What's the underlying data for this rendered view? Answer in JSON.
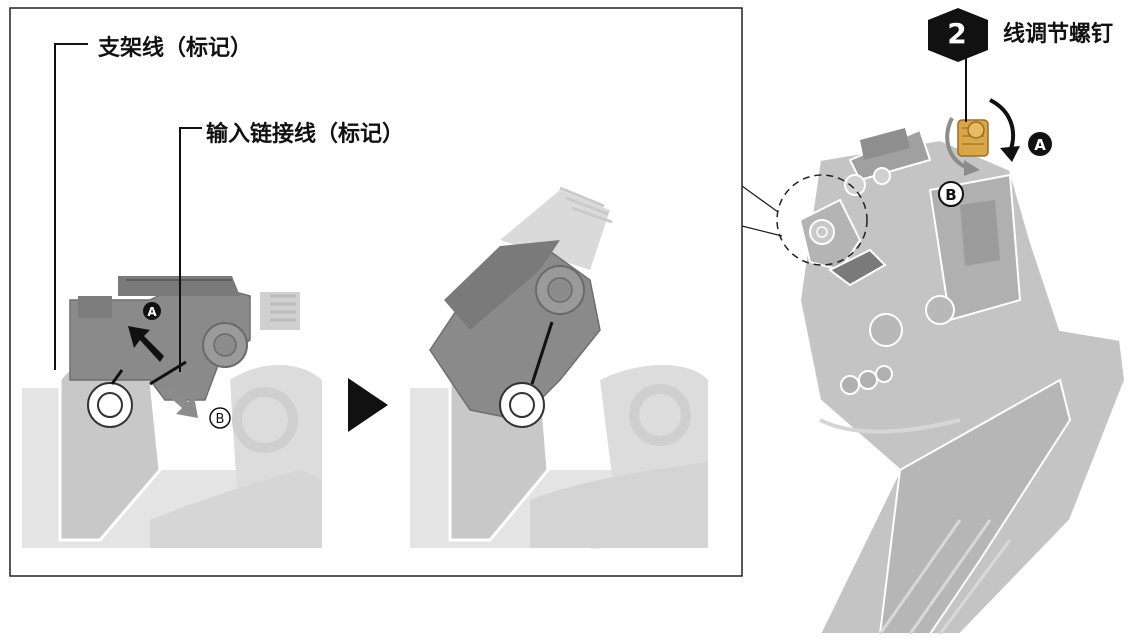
{
  "labels": {
    "bracket_line": "支架线（标记）",
    "input_link_line": "输入链接线（标记）",
    "cable_adjust_screw": "线调节螺钉"
  },
  "step": {
    "number": "2"
  },
  "markers": {
    "a": "A",
    "b": "B"
  },
  "colors": {
    "part_dark": "#8a8a8a",
    "part_mid": "#a8a8a8",
    "part_light": "#d4d4d4",
    "part_ghost": "#e6e6e6",
    "screw_brass": "#d9a64a",
    "ink": "#111111"
  }
}
